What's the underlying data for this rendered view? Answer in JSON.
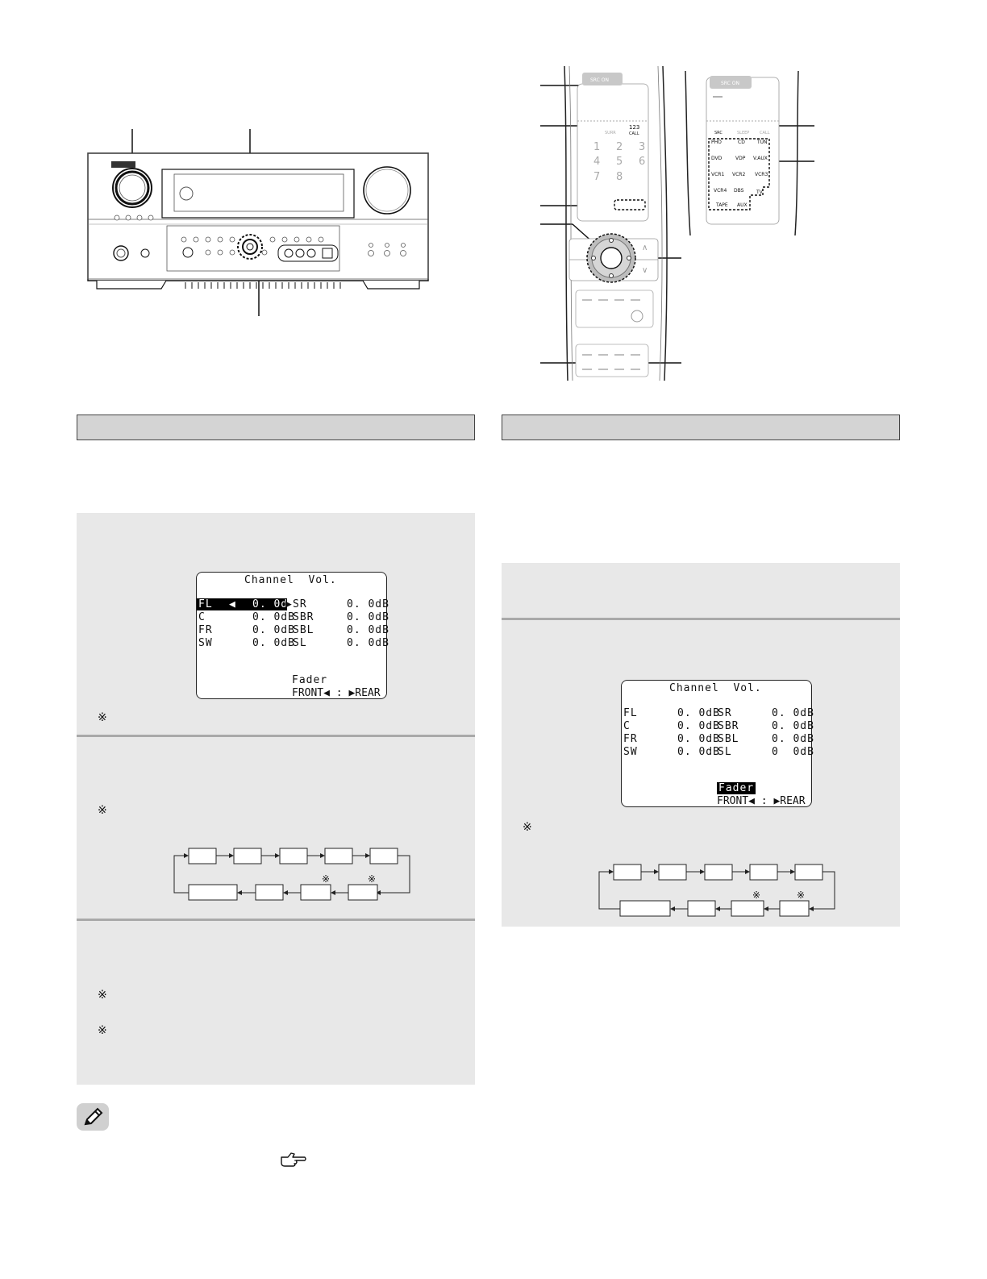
{
  "remote": {
    "src_on_label": "SRC ON",
    "keys_top": [
      "SURR",
      "123\nCALL"
    ],
    "num_keys": [
      "1",
      "2",
      "3",
      "4",
      "5",
      "6",
      "7",
      "8"
    ],
    "src_label": "SRC",
    "src_keys_header": [
      "SLEEP",
      "CALL"
    ],
    "source_keys": [
      "PHO",
      "CD",
      "TUN",
      "DVD",
      "VDP",
      "V.AUX",
      "VCR1",
      "VCR2",
      "VCR3",
      "VCR4",
      "DBS",
      "TV",
      "TAPE",
      "AUX"
    ]
  },
  "osd_left": {
    "title": "Channel  Vol.",
    "rows": [
      {
        "left_ch": "FL",
        "left_val": "0. 0dB",
        "right_ch": "SR",
        "right_val": "0. 0dB"
      },
      {
        "left_ch": "C",
        "left_val": "0. 0dB",
        "right_ch": "SBR",
        "right_val": "0. 0dB"
      },
      {
        "left_ch": "FR",
        "left_val": "0. 0dB",
        "right_ch": "SBL",
        "right_val": "0. 0dB"
      },
      {
        "left_ch": "SW",
        "left_val": "0. 0dB",
        "right_ch": "SL",
        "right_val": "0. 0dB"
      }
    ],
    "fader_label": "Fader",
    "fader_value": "FRONT◀ : ▶REAR"
  },
  "osd_right": {
    "title": "Channel  Vol.",
    "rows": [
      {
        "left_ch": "FL",
        "left_val": "0. 0dB",
        "right_ch": "SR",
        "right_val": "0. 0dB"
      },
      {
        "left_ch": "C",
        "left_val": "0. 0dB",
        "right_ch": "SBR",
        "right_val": "0. 0dB"
      },
      {
        "left_ch": "FR",
        "left_val": "0. 0dB",
        "right_ch": "SBL",
        "right_val": "0. 0dB"
      },
      {
        "left_ch": "SW",
        "left_val": "0. 0dB",
        "right_ch": "SL",
        "right_val": "0  0dB"
      }
    ],
    "fader_label": "Fader",
    "fader_value": "FRONT◀ : ▶REAR"
  },
  "note_mark": "※",
  "reference_icon": "pointing-hand-icon",
  "note_icon": "pencil-icon"
}
